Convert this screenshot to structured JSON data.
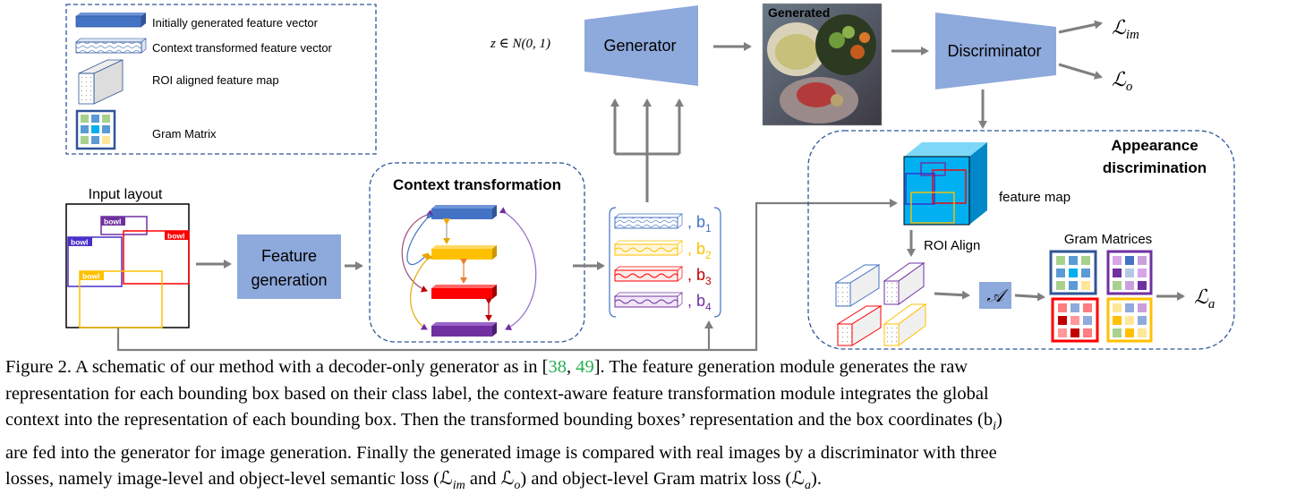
{
  "legend": {
    "items": [
      "Initially generated feature vector",
      "Context transformed feature vector",
      "ROI aligned feature map",
      "Gram Matrix"
    ]
  },
  "noise_label": "z ∈ N(0, 1)",
  "generator_label": "Generator",
  "generated_label": "Generated",
  "discriminator_label": "Discriminator",
  "losses": {
    "im_main": "ℒ",
    "im_sub": "im",
    "o_main": "ℒ",
    "o_sub": "o",
    "a_main": "ℒ",
    "a_sub": "a"
  },
  "input_layout": {
    "title": "Input layout",
    "box_labels": [
      "bowl",
      "bowl",
      "bowl",
      "bowl"
    ]
  },
  "feature_generation": {
    "line1": "Feature",
    "line2": "generation"
  },
  "context_transformation_label": "Context transformation",
  "bbox_labels": [
    {
      "text": ", b",
      "sub": "1",
      "color": "#4472c4"
    },
    {
      "text": ", b",
      "sub": "2",
      "color": "#ffc000"
    },
    {
      "text": ", b",
      "sub": "3",
      "color": "#c00000"
    },
    {
      "text": ", b",
      "sub": "4",
      "color": "#7030a0"
    }
  ],
  "appearance": {
    "title_line1": "Appearance",
    "title_line2": "discrimination",
    "feature_map_label": "feature map",
    "roi_align_label": "ROI Align",
    "gram_matrices_label": "Gram Matrices",
    "operator_label": "𝒜"
  },
  "colors": {
    "blue": "#4472c4",
    "yellow": "#ffc000",
    "red": "#ff0000",
    "purple": "#7030a0",
    "panel_fill": "#8ea9db",
    "dashed": "#2f5597",
    "arrow": "#7f7f7f",
    "cube": "#00b0f0"
  },
  "caption": {
    "line1_a": "Figure 2. A schematic of our method with a decoder-only generator as in [",
    "cite1": "38",
    "line1_sep": ", ",
    "cite2": "49",
    "line1_b": "].  The feature generation module generates the raw",
    "line2": "representation for each bounding box based on their class label, the context-aware feature transformation module integrates the global",
    "line3": "context into the representation of each bounding box. Then the transformed bounding boxes’ representation and the box coordinates (b",
    "line3_sub": "i",
    "line3_end": ")",
    "line4": "are fed into the generator for image generation. Finally the generated image is compared with real images by a discriminator with three",
    "line5_a": "losses, namely image-level and object-level semantic loss (ℒ",
    "line5_sub1": "im",
    "line5_b": " and ℒ",
    "line5_sub2": "o",
    "line5_c": ") and object-level Gram matrix loss (ℒ",
    "line5_sub3": "a",
    "line5_d": ")."
  }
}
